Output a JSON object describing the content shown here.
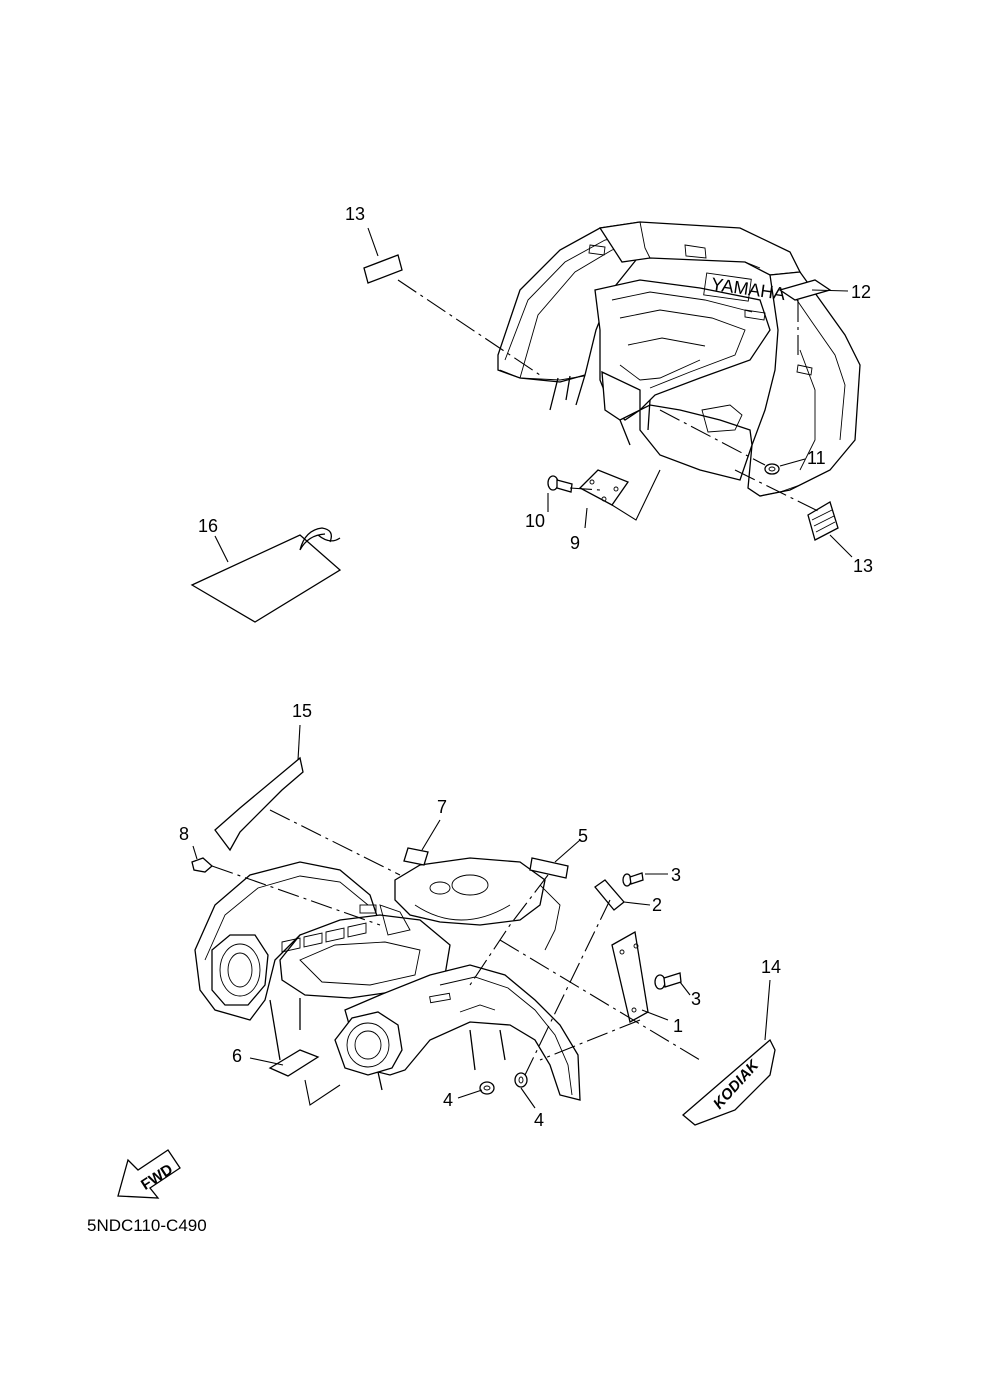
{
  "diagram": {
    "code": "5NDC110-C490",
    "fwd_label": "FWD",
    "callouts": [
      "1",
      "2",
      "3",
      "3",
      "4",
      "4",
      "5",
      "6",
      "7",
      "8",
      "9",
      "10",
      "11",
      "12",
      "13",
      "13",
      "14",
      "15",
      "16"
    ],
    "logos": {
      "kodiak": "KODIAK",
      "yamaha": "YAMAHA"
    }
  }
}
